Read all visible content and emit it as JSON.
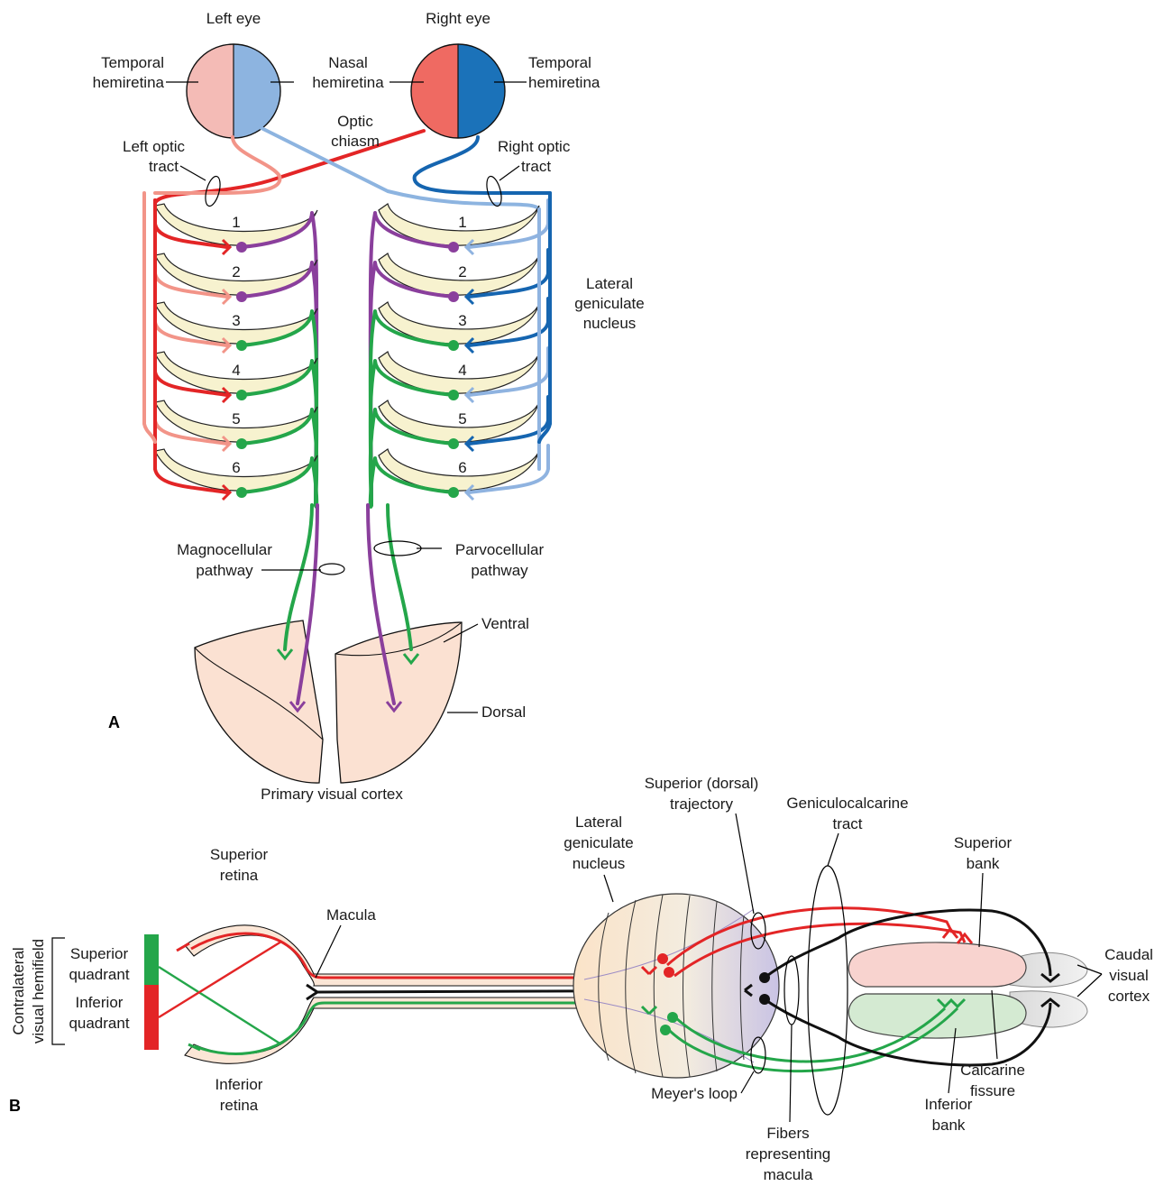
{
  "panel_a": {
    "letter": "A",
    "left_eye": "Left eye",
    "right_eye": "Right eye",
    "temporal_left": [
      "Temporal",
      "hemiretina"
    ],
    "nasal": [
      "Nasal",
      "hemiretina"
    ],
    "temporal_right": [
      "Temporal",
      "hemiretina"
    ],
    "optic_chiasm": [
      "Optic",
      "chiasm"
    ],
    "left_tract": [
      "Left optic",
      "tract"
    ],
    "right_tract": [
      "Right optic",
      "tract"
    ],
    "lgn": [
      "Lateral",
      "geniculate",
      "nucleus"
    ],
    "layers": [
      "1",
      "2",
      "3",
      "4",
      "5",
      "6"
    ],
    "magno": [
      "Magnocellular",
      "pathway"
    ],
    "parvo": [
      "Parvocellular",
      "pathway"
    ],
    "ventral": "Ventral",
    "dorsal": "Dorsal",
    "cortex": "Primary visual cortex"
  },
  "panel_b": {
    "letter": "B",
    "hemifield": [
      "Contralateral",
      "visual hemifield"
    ],
    "sup_quadrant": [
      "Superior",
      "quadrant"
    ],
    "inf_quadrant": [
      "Inferior",
      "quadrant"
    ],
    "sup_retina": [
      "Superior",
      "retina"
    ],
    "inf_retina": [
      "Inferior",
      "retina"
    ],
    "macula": "Macula",
    "lgn": [
      "Lateral",
      "geniculate",
      "nucleus"
    ],
    "sup_traj": [
      "Superior (dorsal)",
      "trajectory"
    ],
    "genic_tract": [
      "Geniculocalcarine",
      "tract"
    ],
    "sup_bank": [
      "Superior",
      "bank"
    ],
    "caudal": [
      "Caudal",
      "visual",
      "cortex"
    ],
    "calcarine": [
      "Calcarine",
      "fissure"
    ],
    "inf_bank": [
      "Inferior",
      "bank"
    ],
    "meyer": "Meyer's loop",
    "fibers_macula": [
      "Fibers",
      "representing",
      "macula"
    ]
  },
  "colors": {
    "left_temporal_light": "#f4bbb6",
    "left_nasal_light": "#8db4e0",
    "right_nasal": "#ef6a62",
    "right_temporal": "#1b72b9",
    "red_axon": "#e32526",
    "pink_axon": "#f29488",
    "blue_axon": "#1565b0",
    "lightblue_axon": "#8fb3e0",
    "magno_purple": "#8a3f9c",
    "parvo_green": "#24a64a",
    "lamina_fill": "#f7f2cf",
    "cortex_fill": "#fbe1d2"
  }
}
